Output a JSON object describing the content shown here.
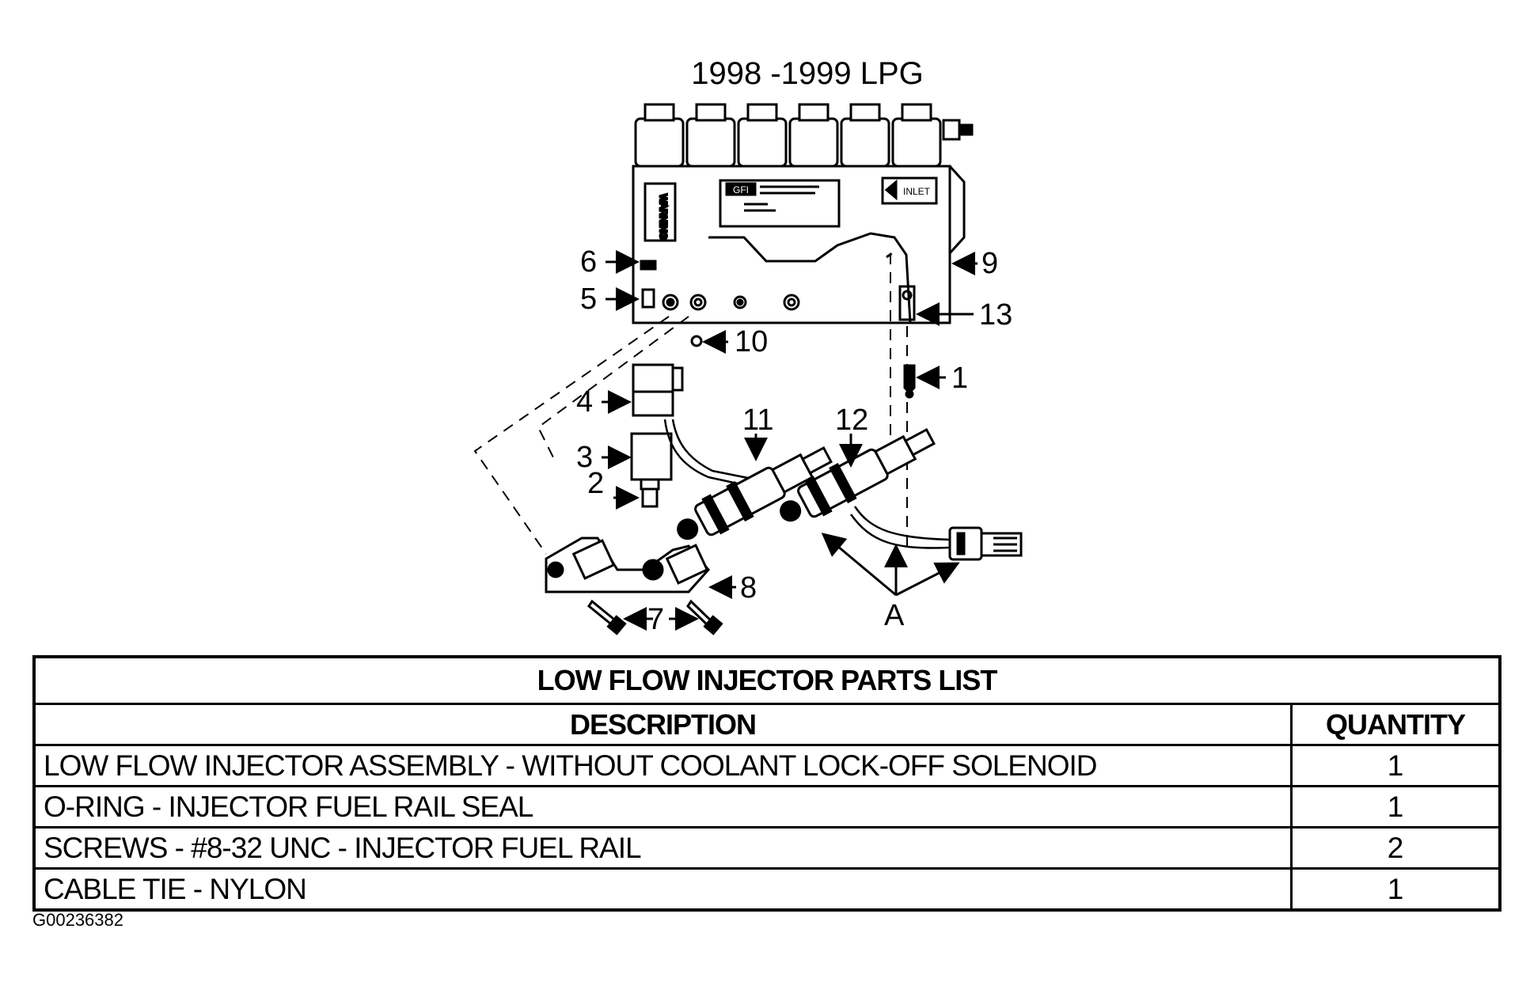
{
  "diagram": {
    "title": "1998 -1999 LPG",
    "callouts": [
      "1",
      "2",
      "3",
      "4",
      "5",
      "6",
      "7",
      "8",
      "9",
      "10",
      "11",
      "12",
      "13",
      "A"
    ],
    "labels": {
      "warning": "WARNING",
      "inlet": "INLET",
      "brand": "GFI"
    }
  },
  "parts_list": {
    "title": "LOW FLOW INJECTOR PARTS LIST",
    "columns": [
      "DESCRIPTION",
      "QUANTITY"
    ],
    "rows": [
      {
        "description": "LOW FLOW INJECTOR ASSEMBLY - WITHOUT COOLANT LOCK-OFF SOLENOID",
        "quantity": "1"
      },
      {
        "description": "O-RING - INJECTOR FUEL RAIL SEAL",
        "quantity": "1"
      },
      {
        "description": "SCREWS - #8-32 UNC - INJECTOR FUEL RAIL",
        "quantity": "2"
      },
      {
        "description": "CABLE TIE - NYLON",
        "quantity": "1"
      }
    ]
  },
  "figure_id": "G00236382"
}
